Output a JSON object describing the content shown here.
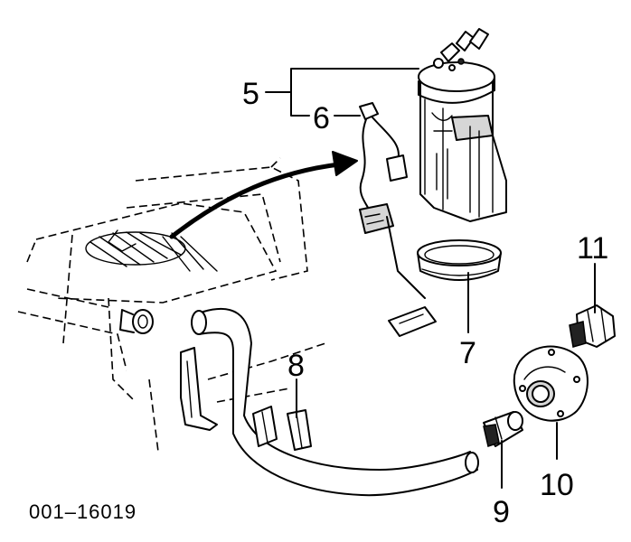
{
  "figure_id": "001–16019",
  "callouts": {
    "c5": "5",
    "c6": "6",
    "c7": "7",
    "c8": "8",
    "c9": "9",
    "c10": "10",
    "c11": "11"
  }
}
